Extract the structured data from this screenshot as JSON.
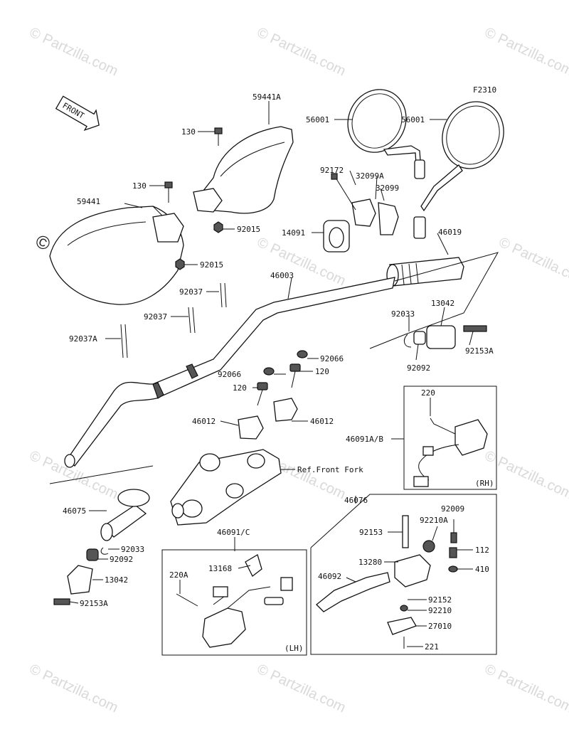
{
  "figure_code": "F2310",
  "watermark": "© Partzilla.com",
  "front_arrow_label": "FRONT",
  "box_rh_tag": "(RH)",
  "box_lh_tag": "(LH)",
  "ref_label": "Ref.Front Fork",
  "labels": {
    "p59441A": "59441A",
    "p130a": "130",
    "p130b": "130",
    "p59441": "59441",
    "p92015a": "92015",
    "p92015b": "92015",
    "p56001a": "56001",
    "p56001b": "56001",
    "p92172": "92172",
    "p32099A": "32099A",
    "p32099": "32099",
    "p14091": "14091",
    "p46019": "46019",
    "p46003": "46003",
    "p92037a": "92037",
    "p92037b": "92037",
    "p92037A": "92037A",
    "p13042a": "13042",
    "p92033a": "92033",
    "p92153Aa": "92153A",
    "p92092a": "92092",
    "p92066a": "92066",
    "p92066b": "92066",
    "p120a": "120",
    "p120b": "120",
    "p46012a": "46012",
    "p46012b": "46012",
    "p220": "220",
    "p46091AB": "46091A/B",
    "p46076": "46076",
    "p92009": "92009",
    "p92153": "92153",
    "p92210A": "92210A",
    "p112": "112",
    "p13280": "13280",
    "p410": "410",
    "p46092": "46092",
    "p92152": "92152",
    "p92210": "92210",
    "p27010": "27010",
    "p221": "221",
    "p46075": "46075",
    "p92033b": "92033",
    "p92092b": "92092",
    "p13042b": "13042",
    "p92153Ab": "92153A",
    "p46091C": "46091/C",
    "p13168": "13168",
    "p220A": "220A"
  }
}
